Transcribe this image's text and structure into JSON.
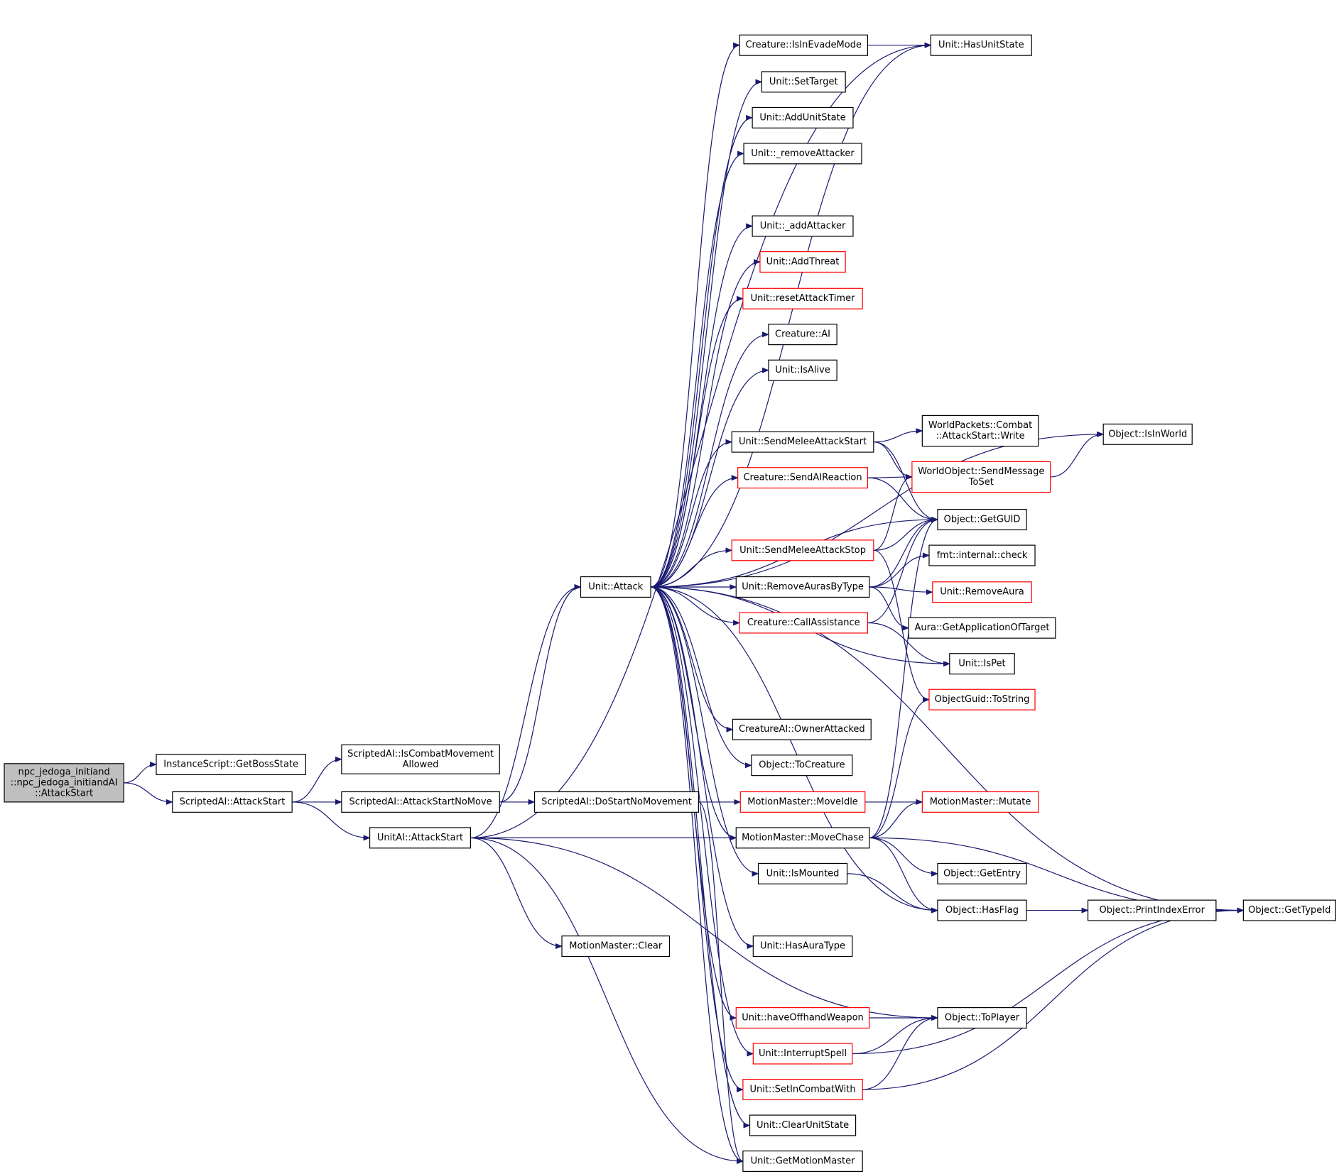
{
  "colors": {
    "edge": "#191970",
    "node_border_normal": "#000000",
    "node_border_link": "#ff0000",
    "root_fill": "#bfbfbf",
    "node_fill": "#ffffff"
  },
  "nodes": {
    "root": {
      "lines": [
        "npc_jedoga_initiand",
        "::npc_jedoga_initiandAI",
        "::AttackStart"
      ],
      "style": "root"
    },
    "getBossState": {
      "lines": [
        "InstanceScript::GetBossState"
      ],
      "style": "normal"
    },
    "scriptedAttackStart": {
      "lines": [
        "ScriptedAI::AttackStart"
      ],
      "style": "normal"
    },
    "isCombatMovementAllowed": {
      "lines": [
        "ScriptedAI::IsCombatMovement",
        "Allowed"
      ],
      "style": "normal"
    },
    "attackStartNoMove": {
      "lines": [
        "ScriptedAI::AttackStartNoMove"
      ],
      "style": "normal"
    },
    "unitAIAttackStart": {
      "lines": [
        "UnitAI::AttackStart"
      ],
      "style": "normal"
    },
    "doStartNoMovement": {
      "lines": [
        "ScriptedAI::DoStartNoMovement"
      ],
      "style": "normal"
    },
    "mmClear": {
      "lines": [
        "MotionMaster::Clear"
      ],
      "style": "normal"
    },
    "unitAttack": {
      "lines": [
        "Unit::Attack"
      ],
      "style": "normal"
    },
    "isInEvadeMode": {
      "lines": [
        "Creature::IsInEvadeMode"
      ],
      "style": "normal"
    },
    "setTarget": {
      "lines": [
        "Unit::SetTarget"
      ],
      "style": "normal"
    },
    "addUnitState": {
      "lines": [
        "Unit::AddUnitState"
      ],
      "style": "normal"
    },
    "removeAttacker": {
      "lines": [
        "Unit::_removeAttacker"
      ],
      "style": "normal"
    },
    "addAttacker": {
      "lines": [
        "Unit::_addAttacker"
      ],
      "style": "normal"
    },
    "addThreat": {
      "lines": [
        "Unit::AddThreat"
      ],
      "style": "link"
    },
    "resetAttackTimer": {
      "lines": [
        "Unit::resetAttackTimer"
      ],
      "style": "link"
    },
    "creatureAI": {
      "lines": [
        "Creature::AI"
      ],
      "style": "normal"
    },
    "isAlive": {
      "lines": [
        "Unit::IsAlive"
      ],
      "style": "normal"
    },
    "sendMeleeAttackStart": {
      "lines": [
        "Unit::SendMeleeAttackStart"
      ],
      "style": "normal"
    },
    "sendAIReaction": {
      "lines": [
        "Creature::SendAIReaction"
      ],
      "style": "link"
    },
    "sendMeleeAttackStop": {
      "lines": [
        "Unit::SendMeleeAttackStop"
      ],
      "style": "link"
    },
    "removeAurasByType": {
      "lines": [
        "Unit::RemoveAurasByType"
      ],
      "style": "normal"
    },
    "callAssistance": {
      "lines": [
        "Creature::CallAssistance"
      ],
      "style": "link"
    },
    "ownerAttacked": {
      "lines": [
        "CreatureAI::OwnerAttacked"
      ],
      "style": "normal"
    },
    "toCreature": {
      "lines": [
        "Object::ToCreature"
      ],
      "style": "normal"
    },
    "moveIdle": {
      "lines": [
        "MotionMaster::MoveIdle"
      ],
      "style": "link"
    },
    "moveChase": {
      "lines": [
        "MotionMaster::MoveChase"
      ],
      "style": "normal"
    },
    "isMounted": {
      "lines": [
        "Unit::IsMounted"
      ],
      "style": "normal"
    },
    "hasAuraType": {
      "lines": [
        "Unit::HasAuraType"
      ],
      "style": "normal"
    },
    "haveOffhandWeapon": {
      "lines": [
        "Unit::haveOffhandWeapon"
      ],
      "style": "link"
    },
    "interruptSpell": {
      "lines": [
        "Unit::InterruptSpell"
      ],
      "style": "link"
    },
    "setInCombatWith": {
      "lines": [
        "Unit::SetInCombatWith"
      ],
      "style": "link"
    },
    "clearUnitState": {
      "lines": [
        "Unit::ClearUnitState"
      ],
      "style": "normal"
    },
    "getMotionMaster": {
      "lines": [
        "Unit::GetMotionMaster"
      ],
      "style": "normal"
    },
    "hasUnitState": {
      "lines": [
        "Unit::HasUnitState"
      ],
      "style": "normal"
    },
    "attackStartWrite": {
      "lines": [
        "WorldPackets::Combat",
        "::AttackStart::Write"
      ],
      "style": "normal"
    },
    "sendMessageToSet": {
      "lines": [
        "WorldObject::SendMessage",
        "ToSet"
      ],
      "style": "link"
    },
    "getGUID": {
      "lines": [
        "Object::GetGUID"
      ],
      "style": "normal"
    },
    "fmtCheck": {
      "lines": [
        "fmt::internal::check"
      ],
      "style": "normal"
    },
    "removeAura": {
      "lines": [
        "Unit::RemoveAura"
      ],
      "style": "link"
    },
    "getApplicationOfTarget": {
      "lines": [
        "Aura::GetApplicationOfTarget"
      ],
      "style": "normal"
    },
    "isPet": {
      "lines": [
        "Unit::IsPet"
      ],
      "style": "normal"
    },
    "toString": {
      "lines": [
        "ObjectGuid::ToString"
      ],
      "style": "link"
    },
    "mutate": {
      "lines": [
        "MotionMaster::Mutate"
      ],
      "style": "link"
    },
    "getEntry": {
      "lines": [
        "Object::GetEntry"
      ],
      "style": "normal"
    },
    "hasFlag": {
      "lines": [
        "Object::HasFlag"
      ],
      "style": "normal"
    },
    "toPlayer": {
      "lines": [
        "Object::ToPlayer"
      ],
      "style": "normal"
    },
    "isInWorld": {
      "lines": [
        "Object::IsInWorld"
      ],
      "style": "normal"
    },
    "printIndexError": {
      "lines": [
        "Object::PrintIndexError"
      ],
      "style": "normal"
    },
    "getTypeId": {
      "lines": [
        "Object::GetTypeId"
      ],
      "style": "normal"
    }
  }
}
